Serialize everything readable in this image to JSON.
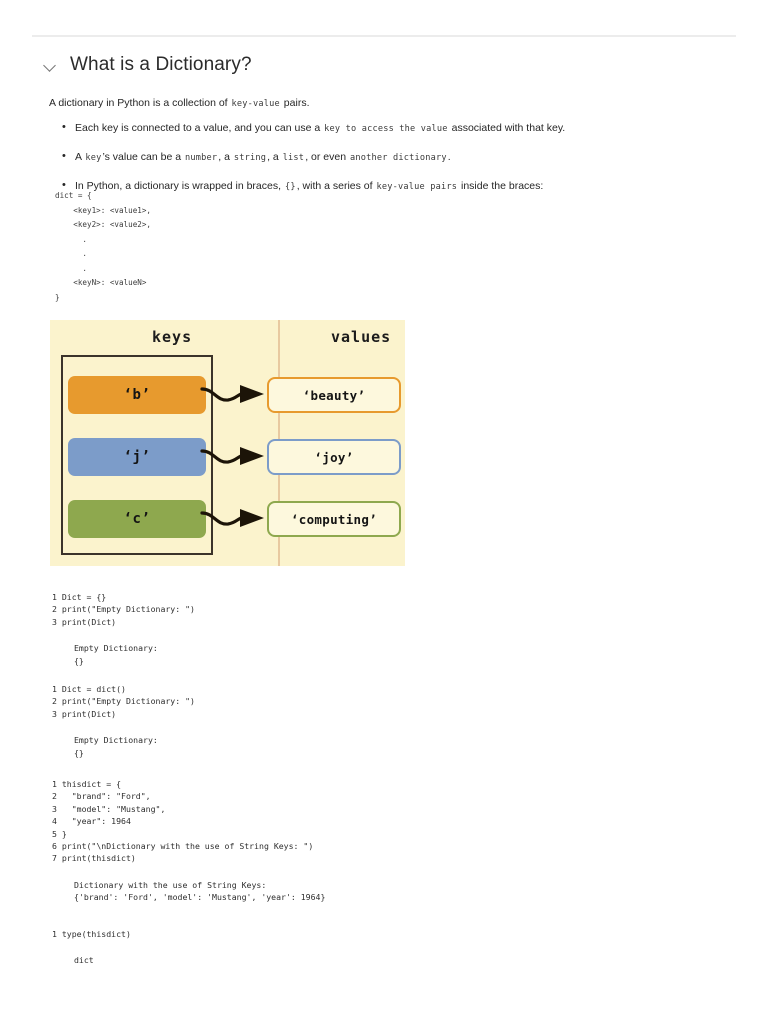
{
  "section": {
    "toggle_icon": "chevron-down-icon",
    "title": "What is a Dictionary?"
  },
  "prose": {
    "intro_a": "A dictionary in Python is a collection of ",
    "intro_code": "key-value",
    "intro_b": " pairs.",
    "bullets": [
      {
        "a": "Each key is connected to a value, and you can use a ",
        "code": "key to access the value",
        "b": " associated with that key."
      },
      {
        "a": "A ",
        "code": "key",
        "b": "’s value can be a ",
        "code2": "number",
        "c": ", a ",
        "code3": "string",
        "d": ", a ",
        "code4": "list",
        "e": ", or even ",
        "code5": "another dictionary",
        "f": "."
      },
      {
        "a": "In Python, a dictionary is wrapped in braces, ",
        "code": "{}",
        "b": ", with a series of ",
        "code2": "key-value pairs",
        "c": " inside the braces:"
      }
    ]
  },
  "dict_schema": "dict = {\n    <key1>: <value1>,\n    <key2>: <value2>,\n      .\n      .\n      .\n    <keyN>: <valueN>\n}",
  "figure": {
    "keys_label": "keys",
    "values_label": "values",
    "pairs": [
      {
        "key": "‘b’",
        "value": "‘beauty’",
        "color": "#E79A2E"
      },
      {
        "key": "‘j’",
        "value": "‘joy’",
        "color": "#7C9CC9"
      },
      {
        "key": "‘c’",
        "value": "‘computing’",
        "color": "#8EA84E"
      }
    ],
    "background": "#FBF3CD",
    "frame_color": "#3b332a"
  },
  "cells": [
    {
      "source": "1 Dict = {}\n2 print(\"Empty Dictionary: \")\n3 print(Dict)",
      "output": "Empty Dictionary: \n{}"
    },
    {
      "source": "1 Dict = dict()\n2 print(\"Empty Dictionary: \")\n3 print(Dict)",
      "output": "Empty Dictionary: \n{}"
    },
    {
      "source": "1 thisdict = {\n2   \"brand\": \"Ford\",\n3   \"model\": \"Mustang\",\n4   \"year\": 1964\n5 }\n6 print(\"\\nDictionary with the use of String Keys: \")\n7 print(thisdict)",
      "output": "Dictionary with the use of String Keys:\n{'brand': 'Ford', 'model': 'Mustang', 'year': 1964}"
    },
    {
      "source": "1 type(thisdict)",
      "output": "dict"
    }
  ]
}
